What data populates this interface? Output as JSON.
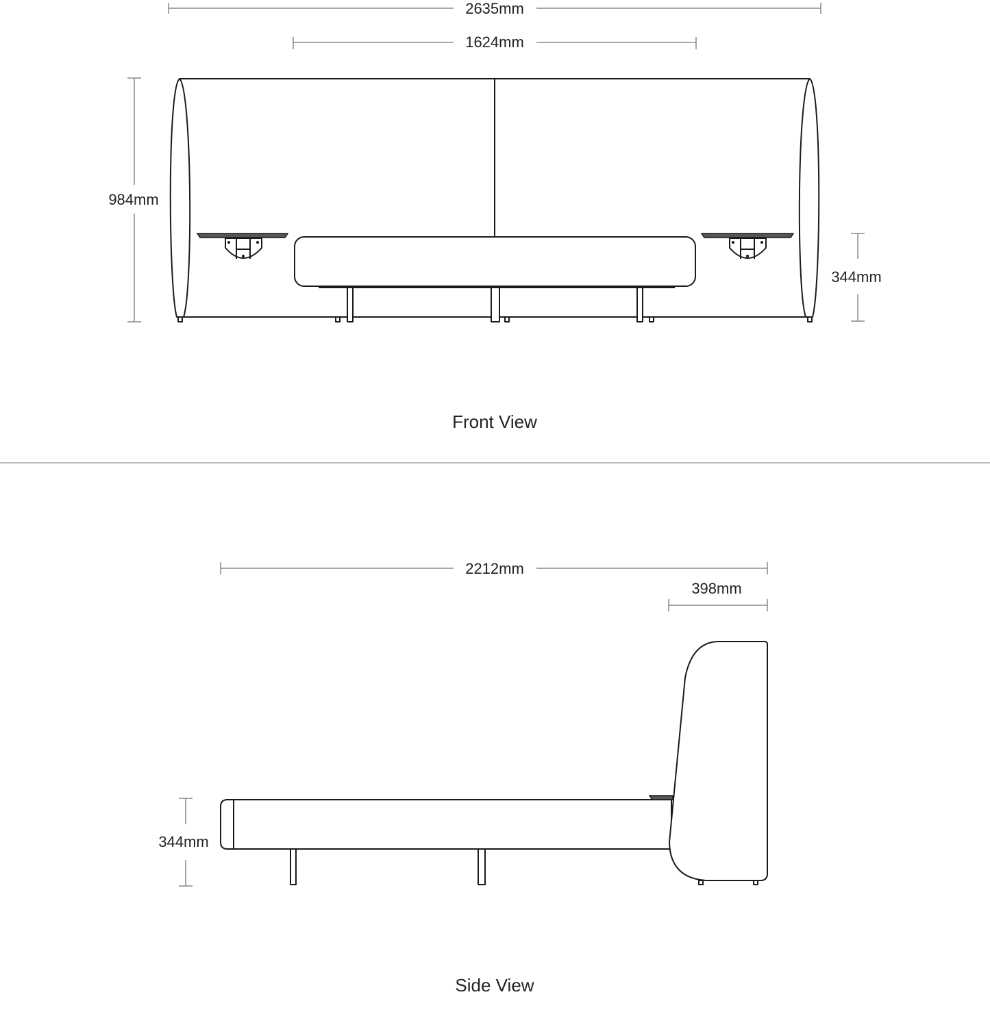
{
  "front_view": {
    "title": "Front View",
    "overall_width": "2635mm",
    "mattress_width": "1624mm",
    "overall_height": "984mm",
    "bed_height": "344mm"
  },
  "side_view": {
    "title": "Side View",
    "overall_length": "2212mm",
    "headboard_depth": "398mm",
    "bed_height": "344mm"
  }
}
